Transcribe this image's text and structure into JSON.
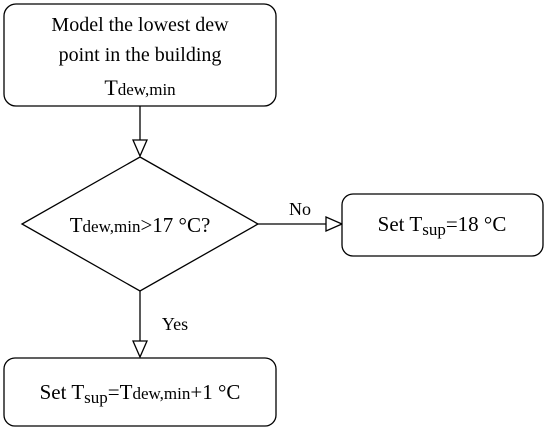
{
  "nodes": {
    "start": {
      "line1": "Model the lowest dew",
      "line2": "point in the building",
      "line3_main": "T",
      "line3_sub": "dew,min"
    },
    "decision": {
      "t": "T",
      "sub": "dew,min",
      "rest": ">17 °C?"
    },
    "no_action": {
      "prefix": "Set T",
      "sub": "sup",
      "rest": "=18 °C"
    },
    "yes_action": {
      "prefix": "Set T",
      "sub1": "sup",
      "mid": "=T",
      "sub2": "dew,min",
      "rest": "+1 °C"
    }
  },
  "edges": {
    "no_label": "No",
    "yes_label": "Yes"
  }
}
